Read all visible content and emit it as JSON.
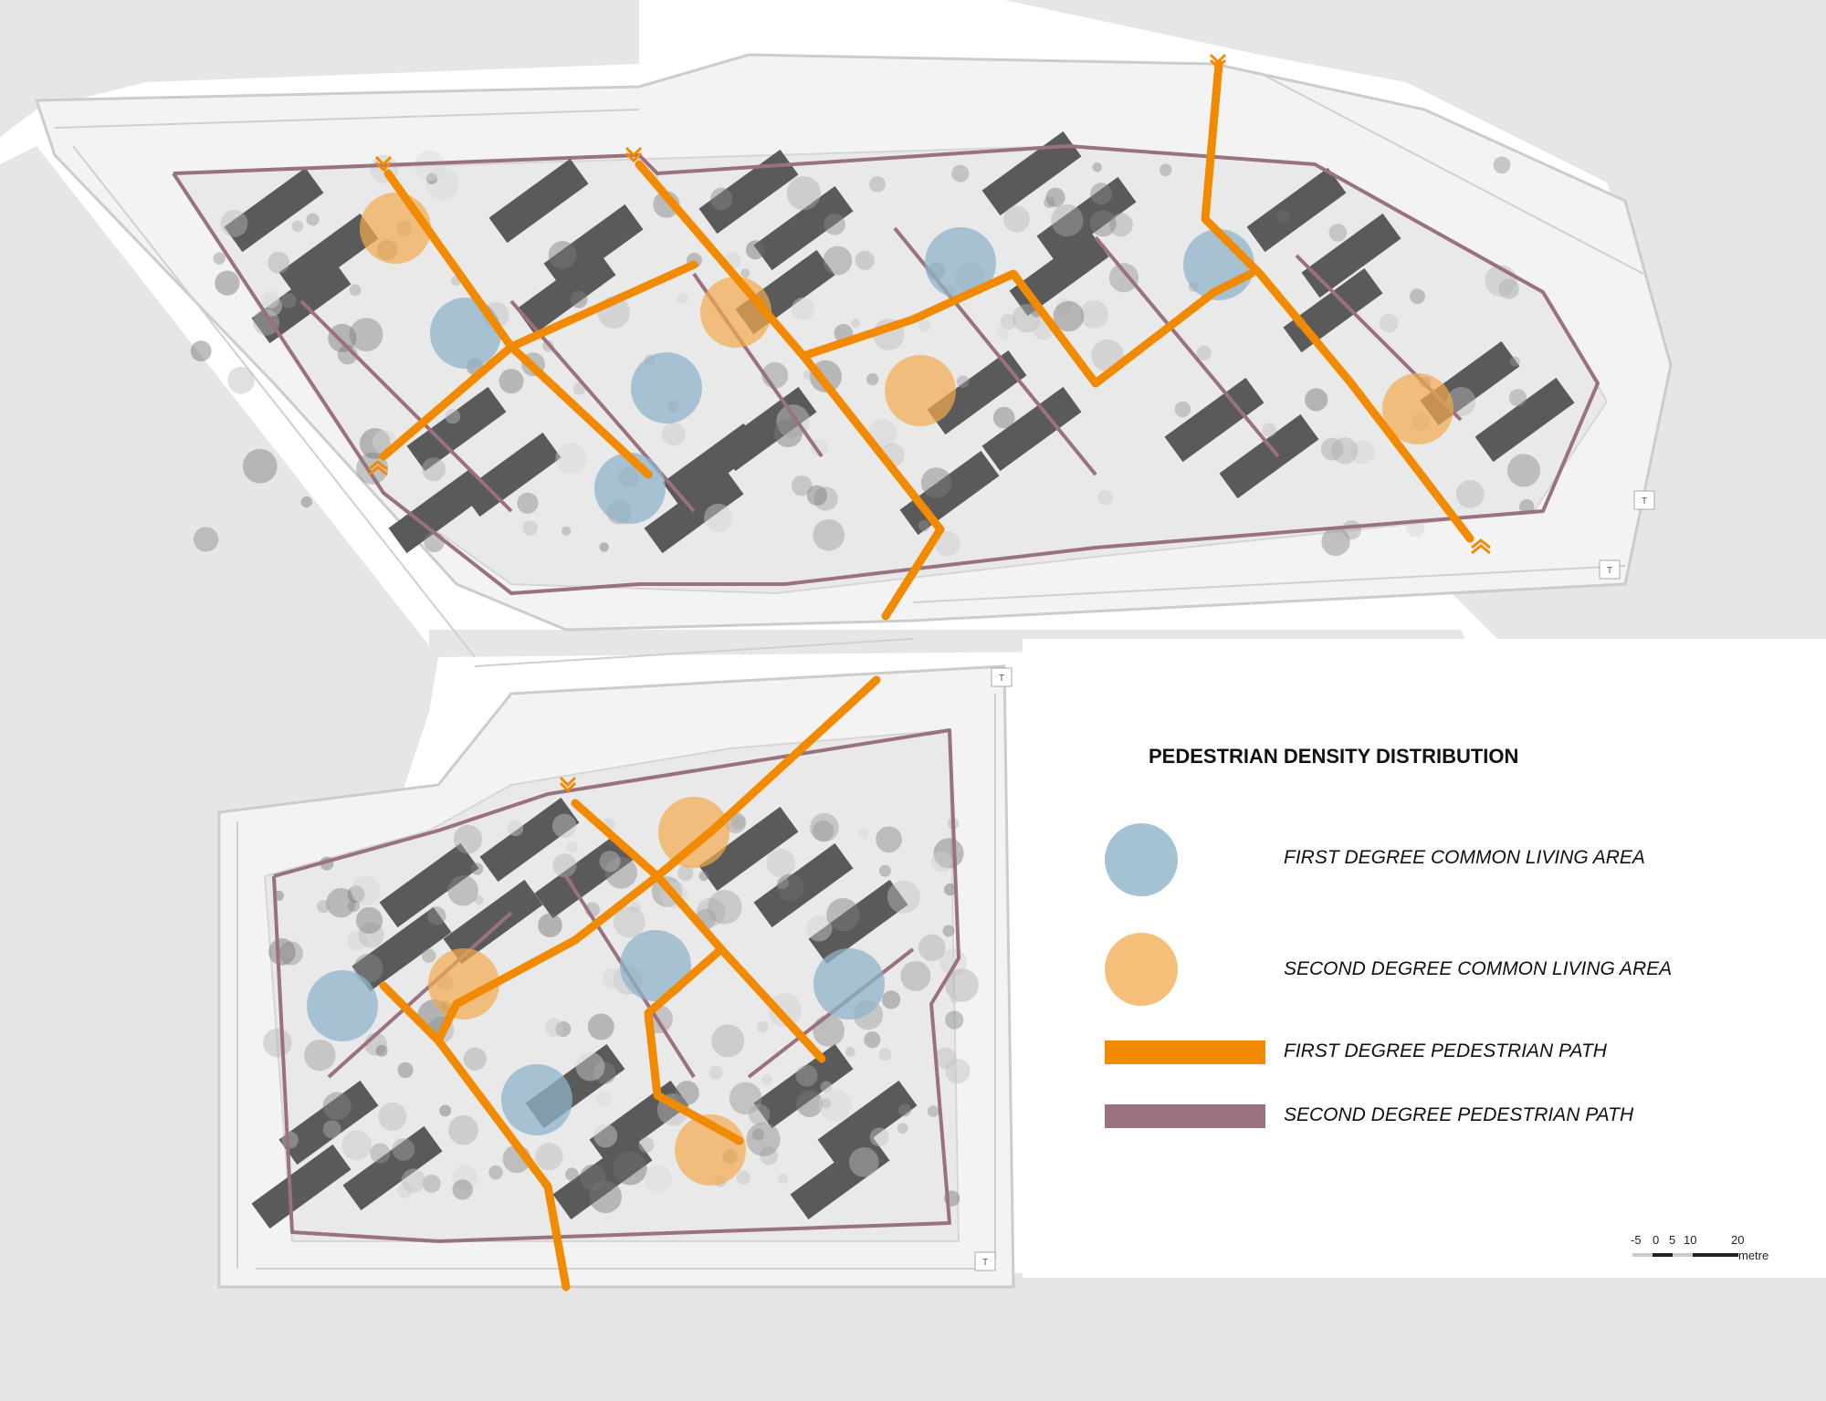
{
  "legend": {
    "title": "PEDESTRIAN DENSITY DISTRIBUTION",
    "items": [
      {
        "label": "FIRST  DEGREE COMMON LIVING AREA",
        "color": "#8fb3c9",
        "symbol": "circle"
      },
      {
        "label": "SECOND DEGREE COMMON LIVING AREA",
        "color": "#f2a94e",
        "symbol": "circle"
      },
      {
        "label": "FIRST DEGREE PEDESTRIAN PATH",
        "color": "#f28a00",
        "symbol": "line"
      },
      {
        "label": "SECOND DEGREE PEDESTRIAN PATH",
        "color": "#9a727e",
        "symbol": "line"
      }
    ]
  },
  "scale_bar": {
    "ticks": [
      "-5",
      "0",
      "5",
      "10",
      "20"
    ],
    "unit": "metre"
  },
  "map_markers": {
    "t_label": "T"
  }
}
